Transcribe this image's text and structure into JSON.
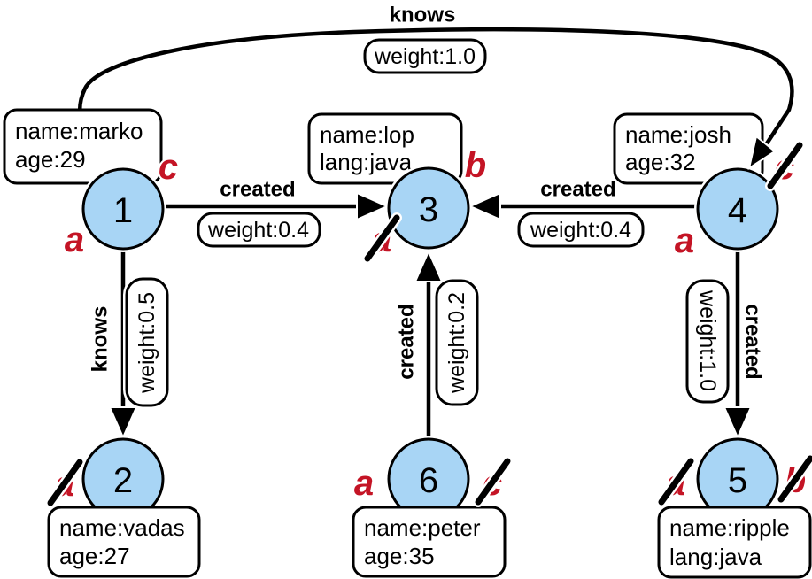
{
  "nodes": [
    {
      "id": "1",
      "line1": "name:marko",
      "line2": "age:29"
    },
    {
      "id": "2",
      "line1": "name:vadas",
      "line2": "age:27"
    },
    {
      "id": "3",
      "line1": "name:lop",
      "line2": "lang:java"
    },
    {
      "id": "4",
      "line1": "name:josh",
      "line2": "age:32"
    },
    {
      "id": "5",
      "line1": "name:ripple",
      "line2": "lang:java"
    },
    {
      "id": "6",
      "line1": "name:peter",
      "line2": "age:35"
    }
  ],
  "edges": [
    {
      "from": "1",
      "to": "3",
      "label": "created",
      "weight": "weight:0.4"
    },
    {
      "from": "4",
      "to": "3",
      "label": "created",
      "weight": "weight:0.4"
    },
    {
      "from": "1",
      "to": "2",
      "label": "knows",
      "weight": "weight:0.5"
    },
    {
      "from": "6",
      "to": "3",
      "label": "created",
      "weight": "weight:0.2"
    },
    {
      "from": "4",
      "to": "5",
      "label": "created",
      "weight": "weight:1.0"
    },
    {
      "from": "1",
      "to": "4",
      "label": "knows",
      "weight": "weight:1.0"
    }
  ],
  "step_markers": [
    {
      "node": "1",
      "letter": "a",
      "struck": false
    },
    {
      "node": "1",
      "letter": "c",
      "struck": false
    },
    {
      "node": "2",
      "letter": "a",
      "struck": true
    },
    {
      "node": "3",
      "letter": "a",
      "struck": true
    },
    {
      "node": "3",
      "letter": "b",
      "struck": false
    },
    {
      "node": "4",
      "letter": "a",
      "struck": false
    },
    {
      "node": "4",
      "letter": "c",
      "struck": true
    },
    {
      "node": "5",
      "letter": "a",
      "struck": true
    },
    {
      "node": "5",
      "letter": "b",
      "struck": true
    },
    {
      "node": "6",
      "letter": "a",
      "struck": false
    },
    {
      "node": "6",
      "letter": "c",
      "struck": true
    }
  ],
  "colors": {
    "node_fill": "#A8D5F5",
    "node_border": "#000000",
    "marker_red": "#C41425",
    "edge": "#000000",
    "box_bg": "#FFFFFF"
  }
}
